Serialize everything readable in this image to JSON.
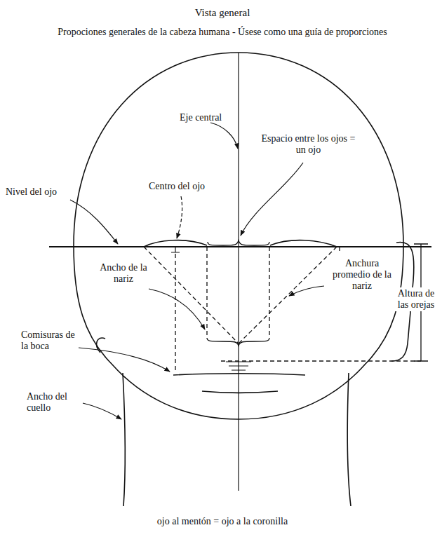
{
  "diagram": {
    "title": "Vista general",
    "caption": "ojo al mentón = ojo a la coronilla",
    "labels": [
      "Propociones generales de la cabeza humana - Úsese como una guía de proporciones",
      "Eje central",
      "Espacio entre los ojos = un ojo",
      "Centro del ojo",
      "Nivel del ojo",
      "Ancho de la nariz",
      "Anchura promedio de la nariz",
      "Altura de las orejas",
      "Comisuras de la boca",
      "Ancho del cuello"
    ]
  }
}
